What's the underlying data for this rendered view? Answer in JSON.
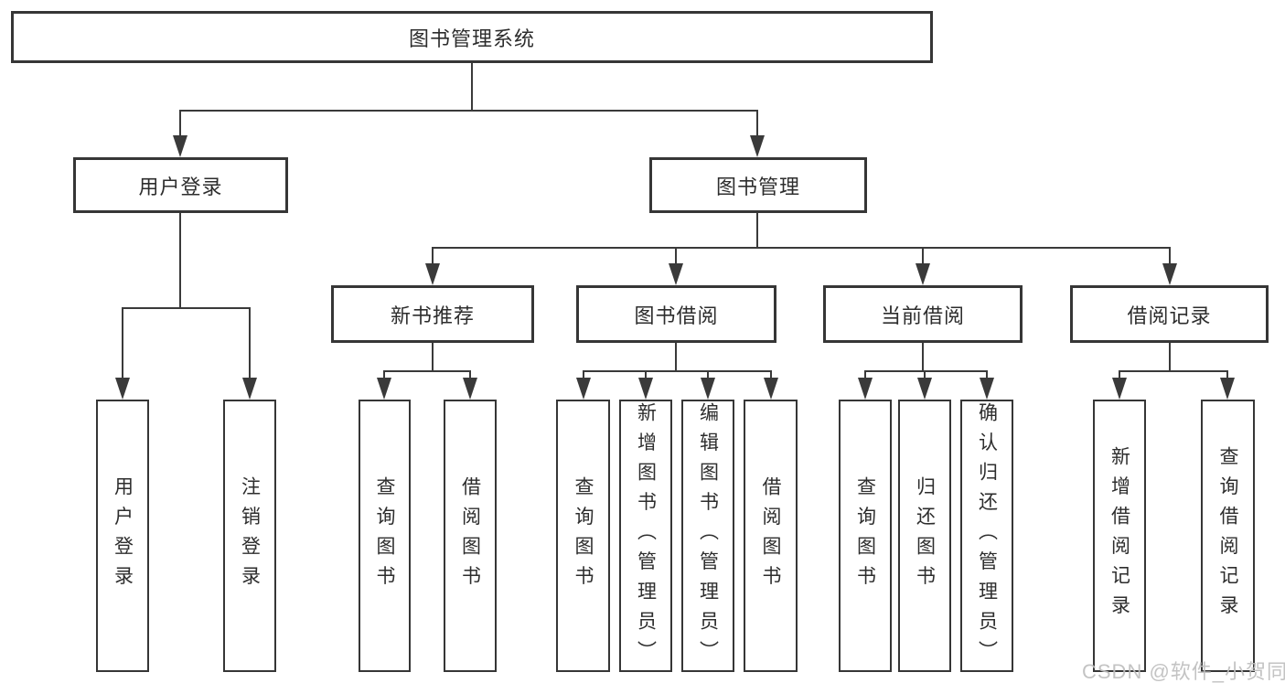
{
  "diagram": {
    "watermark": "CSDN @软件_小贺同学",
    "nodes": {
      "root": {
        "label": "图书管理系统"
      },
      "user_login": {
        "label": "用户登录"
      },
      "book_management": {
        "label": "图书管理"
      },
      "new_book_recommend": {
        "label": "新书推荐"
      },
      "book_borrowing": {
        "label": "图书借阅"
      },
      "current_borrowing": {
        "label": "当前借阅"
      },
      "borrowing_records": {
        "label": "借阅记录"
      },
      "leaf_user_login": {
        "label": "用户登录"
      },
      "leaf_logout": {
        "label": "注销登录"
      },
      "leaf_query_books_recommend": {
        "label": "查询图书"
      },
      "leaf_borrow_books_recommend": {
        "label": "借阅图书"
      },
      "leaf_query_books_borrowing": {
        "label": "查询图书"
      },
      "leaf_add_books_admin": {
        "label": "新增图书（管理员）"
      },
      "leaf_edit_books_admin": {
        "label": "编辑图书（管理员）"
      },
      "leaf_borrow_books_borrowing": {
        "label": "借阅图书"
      },
      "leaf_query_books_current": {
        "label": "查询图书"
      },
      "leaf_return_books": {
        "label": "归还图书"
      },
      "leaf_confirm_return_admin": {
        "label": "确认归还（管理员）"
      },
      "leaf_add_borrow_record": {
        "label": "新增借阅记录"
      },
      "leaf_query_borrow_record": {
        "label": "查询借阅记录"
      }
    }
  }
}
